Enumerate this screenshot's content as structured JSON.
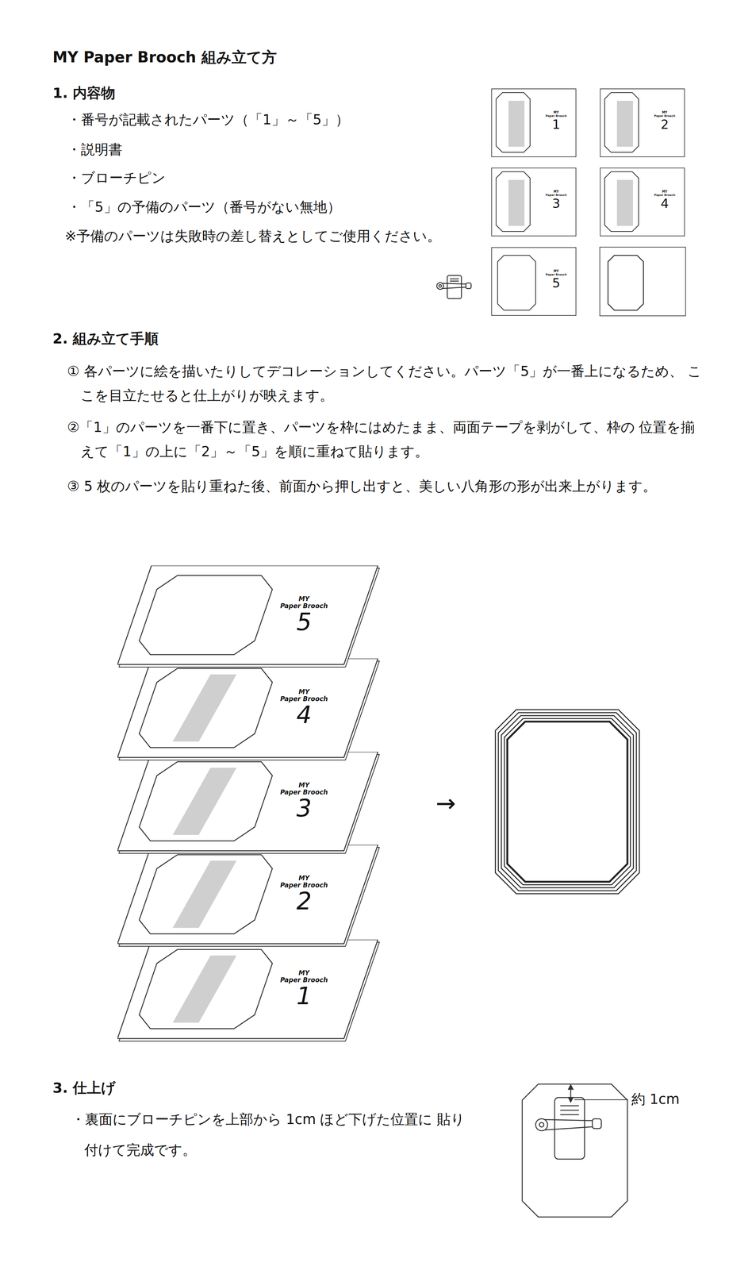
{
  "diagram": {
    "title": "MY Paper Brooch 組み立て方",
    "nodes": [
      {
        "text": [
          "MY",
          "Paper Brooch",
          "1"
        ]
      },
      {
        "text": [
          "MY",
          "Paper Brooch",
          "2"
        ]
      },
      {
        "text": [
          "MY",
          "Paper Brooch",
          "3"
        ]
      },
      {
        "text": [
          "MY",
          "Paper Brooch",
          "4"
        ]
      },
      {
        "text": [
          "MY",
          "Paper Brooch",
          "5"
        ]
      },
      {
        "text": [
          "MY",
          "Paper Brooch",
          "5"
        ]
      },
      {
        "text": [
          "MY",
          "Paper Brooch",
          "4"
        ]
      },
      {
        "text": [
          "MY",
          "Paper Brooch",
          "3"
        ]
      },
      {
        "text": [
          "MY",
          "Paper Brooch",
          "2"
        ]
      },
      {
        "text": [
          "MY",
          "Paper Brooch",
          "1"
        ]
      }
    ],
    "labels": [
      "1. 内容物",
      "・番号が記載されたパーツ（「1」～「5」）",
      "・説明書",
      "・ブローチピン",
      "・「5」の予備のパーツ（番号がない無地）",
      "※予備のパーツは失敗時の差し替えとしてご使用ください。",
      "2. 組み立て手順",
      "① 各パーツに絵を描いたりしてデコレーションしてください。パーツ「5」が一番上になるため、 ここを目立たせると仕上がりが映えます。",
      "②「1」のパーツを一番下に置き、パーツを枠にはめたまま、両面テープを剥がして、枠の 位置を揃えて「1」の上に「2」～「5」を順に重ねて貼ります。",
      "③ 5 枚のパーツを貼り重ねた後、前面から押し出すと、美しい八角形の形が出来上がります。",
      "→",
      "3. 仕上げ",
      "・裏面にブローチピンを上部から 1cm ほど下げた位置に 貼り付けて完成です。",
      "約 1cm"
    ]
  }
}
